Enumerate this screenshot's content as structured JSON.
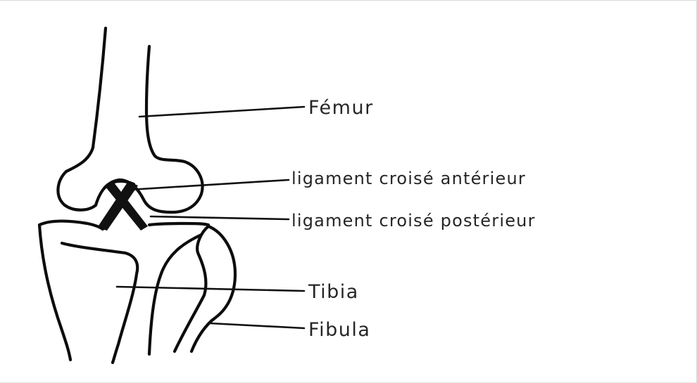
{
  "labels": {
    "femur": "Fémur",
    "acl": "ligament croisé antérieur",
    "pcl": "ligament croisé postérieur",
    "tibia": "Tibia",
    "fibula": "Fibula"
  },
  "colors": {
    "line": "#0d0d0d",
    "ligament": "#111111",
    "text": "#262626",
    "background": "#ffffff"
  }
}
